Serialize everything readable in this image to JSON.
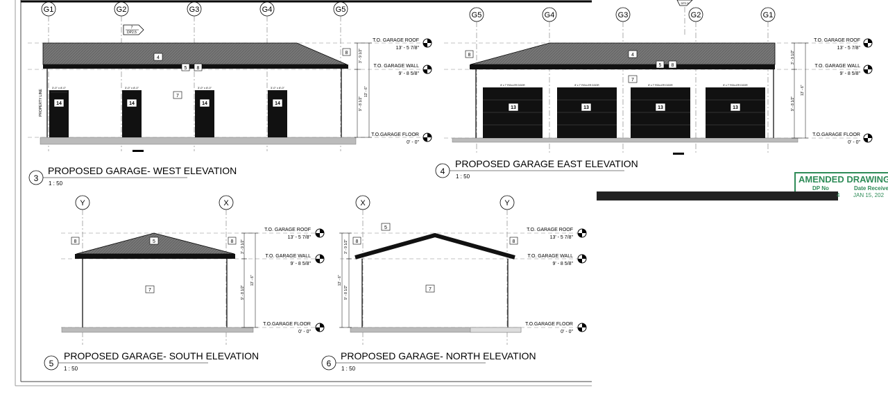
{
  "views": {
    "west": {
      "number": "3",
      "title": "PROPOSED GARAGE- WEST ELEVATION",
      "scale": "1 : 50",
      "property_line": "PROPERTY LINE"
    },
    "east": {
      "number": "4",
      "title": "PROPOSED GARAGE EAST ELEVATION",
      "scale": "1 : 50"
    },
    "south": {
      "number": "5",
      "title": "PROPOSED GARAGE- SOUTH ELEVATION",
      "scale": "1 : 50"
    },
    "north": {
      "number": "6",
      "title": "PROPOSED GARAGE- NORTH ELEVATION",
      "scale": "1 : 50"
    }
  },
  "grid_labels": {
    "west": [
      "G1",
      "G2",
      "G3",
      "G4",
      "G5"
    ],
    "east": [
      "G5",
      "G4",
      "G3",
      "G2",
      "G1"
    ],
    "south": [
      "Y",
      "X"
    ],
    "north": [
      "X",
      "Y"
    ]
  },
  "levels": {
    "roof": {
      "name": "T.O. GARAGE ROOF",
      "value": "13' - 5 7/8\""
    },
    "wall": {
      "name": "T.O. GARAGE WALL",
      "value": "9' - 8 5/8\""
    },
    "floor": {
      "name": "T.O.GARAGE FLOOR",
      "value": "0' - 0\""
    }
  },
  "dims": {
    "roof_rise": "3' - 9 1/2\"",
    "wall_height": "9' - 8 1/2\"",
    "overall": "13' - 6\""
  },
  "tags": {
    "roof": "4",
    "fascia": "5",
    "gutter": "8",
    "siding": "7",
    "roller_door": "13",
    "man_door": "14"
  },
  "section_marker": {
    "top": "7",
    "bottom": "DP2.5",
    "partial": "DP2.5"
  },
  "door_notes": {
    "man_door": "3'-0\" x 8'-0\"",
    "roller_door": "8' x 7' ROLLER DOOR"
  },
  "stamp": {
    "title": "AMENDED DRAWING",
    "dp_label": "DP No",
    "date_label": "Date Receive",
    "dp_value": "4",
    "date_value": "JAN 15, 202"
  },
  "colors": {
    "roof_fill": "#7d7d7d",
    "dark": "#1a1a1a",
    "ground": "#b8b8b8",
    "stamp_green": "#2e8b57"
  }
}
